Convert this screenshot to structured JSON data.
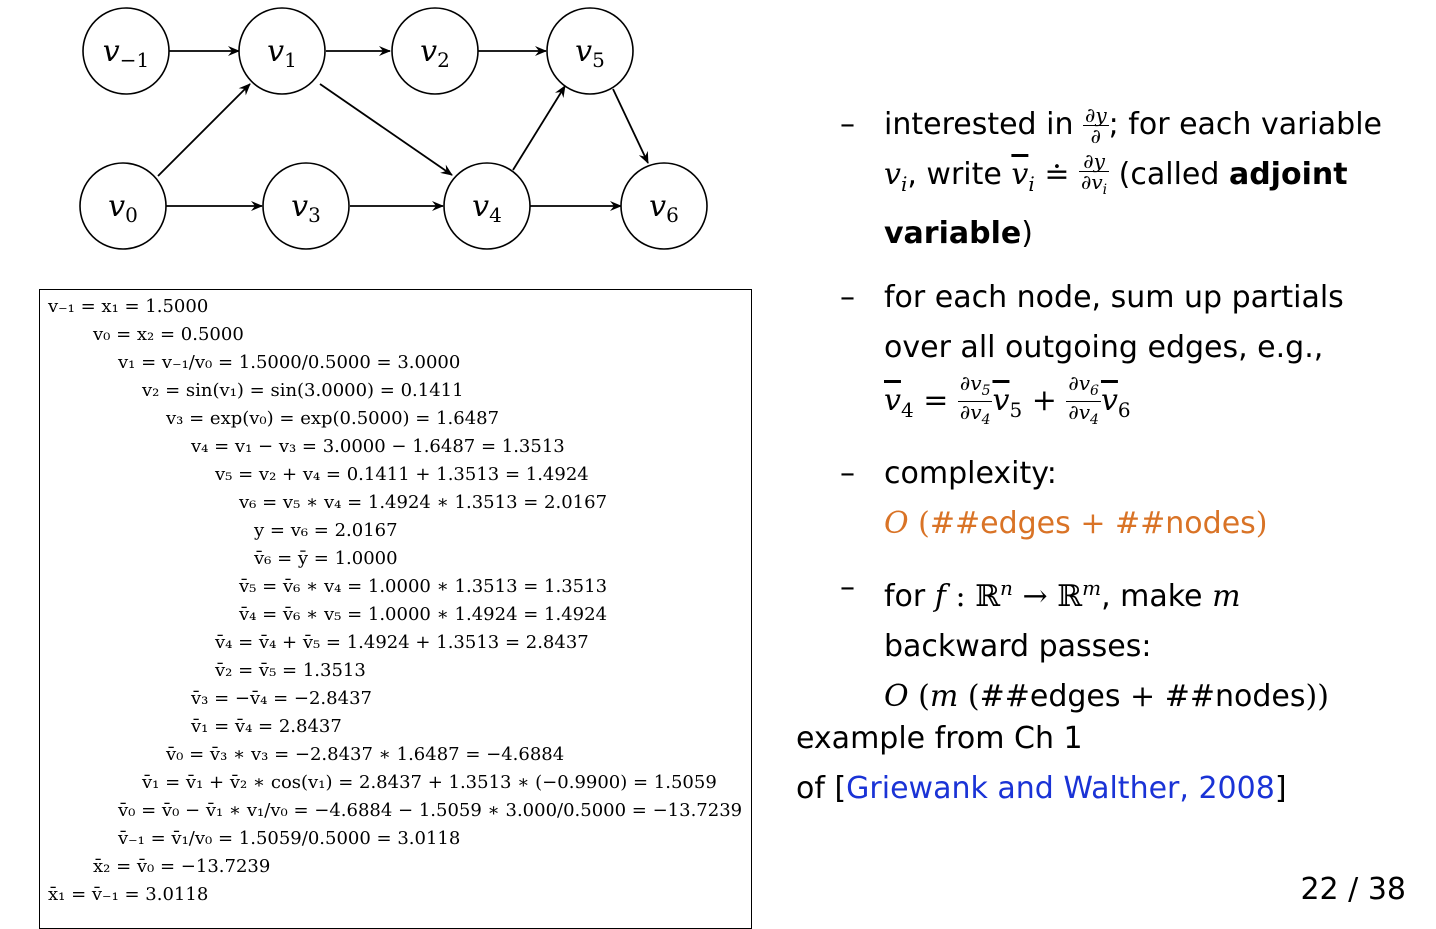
{
  "graph": {
    "nodes": [
      {
        "id": "vm1",
        "label": "v",
        "sub": "−1"
      },
      {
        "id": "v1",
        "label": "v",
        "sub": "1"
      },
      {
        "id": "v2",
        "label": "v",
        "sub": "2"
      },
      {
        "id": "v5",
        "label": "v",
        "sub": "5"
      },
      {
        "id": "v0",
        "label": "v",
        "sub": "0"
      },
      {
        "id": "v3",
        "label": "v",
        "sub": "3"
      },
      {
        "id": "v4",
        "label": "v",
        "sub": "4"
      },
      {
        "id": "v6",
        "label": "v",
        "sub": "6"
      }
    ]
  },
  "calc_lines": [
    "v₋₁ = x₁ = 1.5000",
    "v₀ = x₂ = 0.5000",
    "v₁ = v₋₁/v₀ = 1.5000/0.5000 = 3.0000",
    "v₂ = sin(v₁) = sin(3.0000) = 0.1411",
    "v₃ = exp(v₀) = exp(0.5000) = 1.6487",
    "v₄ = v₁ − v₃ = 3.0000 − 1.6487 = 1.3513",
    "v₅ = v₂ + v₄ = 0.1411 + 1.3513 = 1.4924",
    "v₆ = v₅ ∗ v₄ = 1.4924 ∗ 1.3513 = 2.0167",
    "y = v₆ = 2.0167",
    "v̄₆ = ȳ = 1.0000",
    "v̄₅ = v̄₆ ∗ v₄ = 1.0000 ∗ 1.3513 = 1.3513",
    "v̄₄ = v̄₆ ∗ v₅ = 1.0000 ∗ 1.4924 = 1.4924",
    "v̄₄ = v̄₄ + v̄₅ = 1.4924 + 1.3513 = 2.8437",
    "v̄₂ = v̄₅ = 1.3513",
    "v̄₃ = −v̄₄ = −2.8437",
    "v̄₁ = v̄₄ = 2.8437",
    "v̄₀ = v̄₃ ∗ v₃ = −2.8437 ∗ 1.6487 = −4.6884",
    "v̄₁ = v̄₁ + v̄₂ ∗ cos(v₁) = 2.8437 + 1.3513 ∗ (−0.9900) = 1.5059",
    "v̄₀ = v̄₀ − v̄₁ ∗ v₁/v₀ = −4.6884 − 1.5059 ∗ 3.000/0.5000 = −13.7239",
    "v̄₋₁ = v̄₁/v₀ = 1.5059/0.5000 = 3.0118",
    "x̄₂ = v̄₀ = −13.7239",
    "x̄₁ = v̄₋₁ = 3.0118"
  ],
  "bullets": {
    "dash": "–",
    "b1_a": "interested in ",
    "b1_b": "; for each variable",
    "b1_c": ", write ",
    "b1_d": " (called ",
    "b1_bold1": "adjoint",
    "b1_bold2": "variable",
    "b1_e": ")",
    "b2_a": "for each node, sum up partials",
    "b2_b": "over all outgoing edges, e.g.,",
    "b3_a": "complexity:",
    "b3_edges": "#edges",
    "b3_nodes": "#nodes",
    "b4_a": "for ",
    "b4_b": ", make ",
    "b4_c": "backward passes:",
    "b4_edges": "#edges",
    "b4_nodes": "#nodes"
  },
  "example": {
    "line1": "example from Ch 1",
    "pre": "of [",
    "cite": "Griewank and Walther, 2008",
    "post": "]"
  },
  "page": "22 / 38",
  "colors": {
    "accent": "#d97326",
    "cite": "#1a33d6"
  }
}
